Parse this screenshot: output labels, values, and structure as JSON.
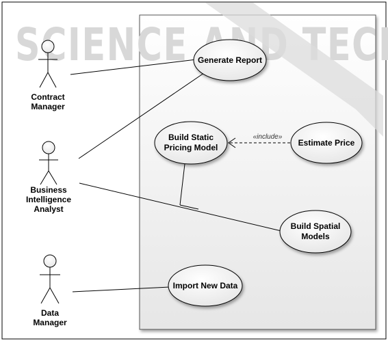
{
  "watermark": {
    "text": "SCIENCE AND TECH",
    "color": "#d8d8d8"
  },
  "actors": [
    {
      "id": "contract-manager",
      "lines": [
        "Contract",
        "Manager"
      ]
    },
    {
      "id": "business-intelligence-analyst",
      "lines": [
        "Business",
        "Intelligence",
        "Analyst"
      ]
    },
    {
      "id": "data-manager",
      "lines": [
        "Data",
        "Manager"
      ]
    }
  ],
  "use_cases": [
    {
      "id": "generate-report",
      "lines": [
        "Generate Report"
      ]
    },
    {
      "id": "build-static-pricing-model",
      "lines": [
        "Build Static",
        "Pricing Model"
      ]
    },
    {
      "id": "estimate-price",
      "lines": [
        "Estimate Price"
      ]
    },
    {
      "id": "build-spatial-models",
      "lines": [
        "Build Spatial",
        "Models"
      ]
    },
    {
      "id": "import-new-data",
      "lines": [
        "Import New Data"
      ]
    }
  ],
  "relations": [
    {
      "type": "association",
      "from": "contract-manager",
      "to": "generate-report"
    },
    {
      "type": "association",
      "from": "business-intelligence-analyst",
      "to": "generate-report"
    },
    {
      "type": "association",
      "from": "business-intelligence-analyst",
      "to": "build-spatial-models"
    },
    {
      "type": "association",
      "from": "business-intelligence-analyst",
      "to": "build-static-pricing-model"
    },
    {
      "type": "include",
      "from": "estimate-price",
      "to": "build-static-pricing-model",
      "label": "«include»"
    },
    {
      "type": "association",
      "from": "data-manager",
      "to": "import-new-data"
    }
  ],
  "colors": {
    "system_boundary_fill": "#f0f0f0",
    "use_case_fill": "#ffffff",
    "stroke": "#000000"
  }
}
